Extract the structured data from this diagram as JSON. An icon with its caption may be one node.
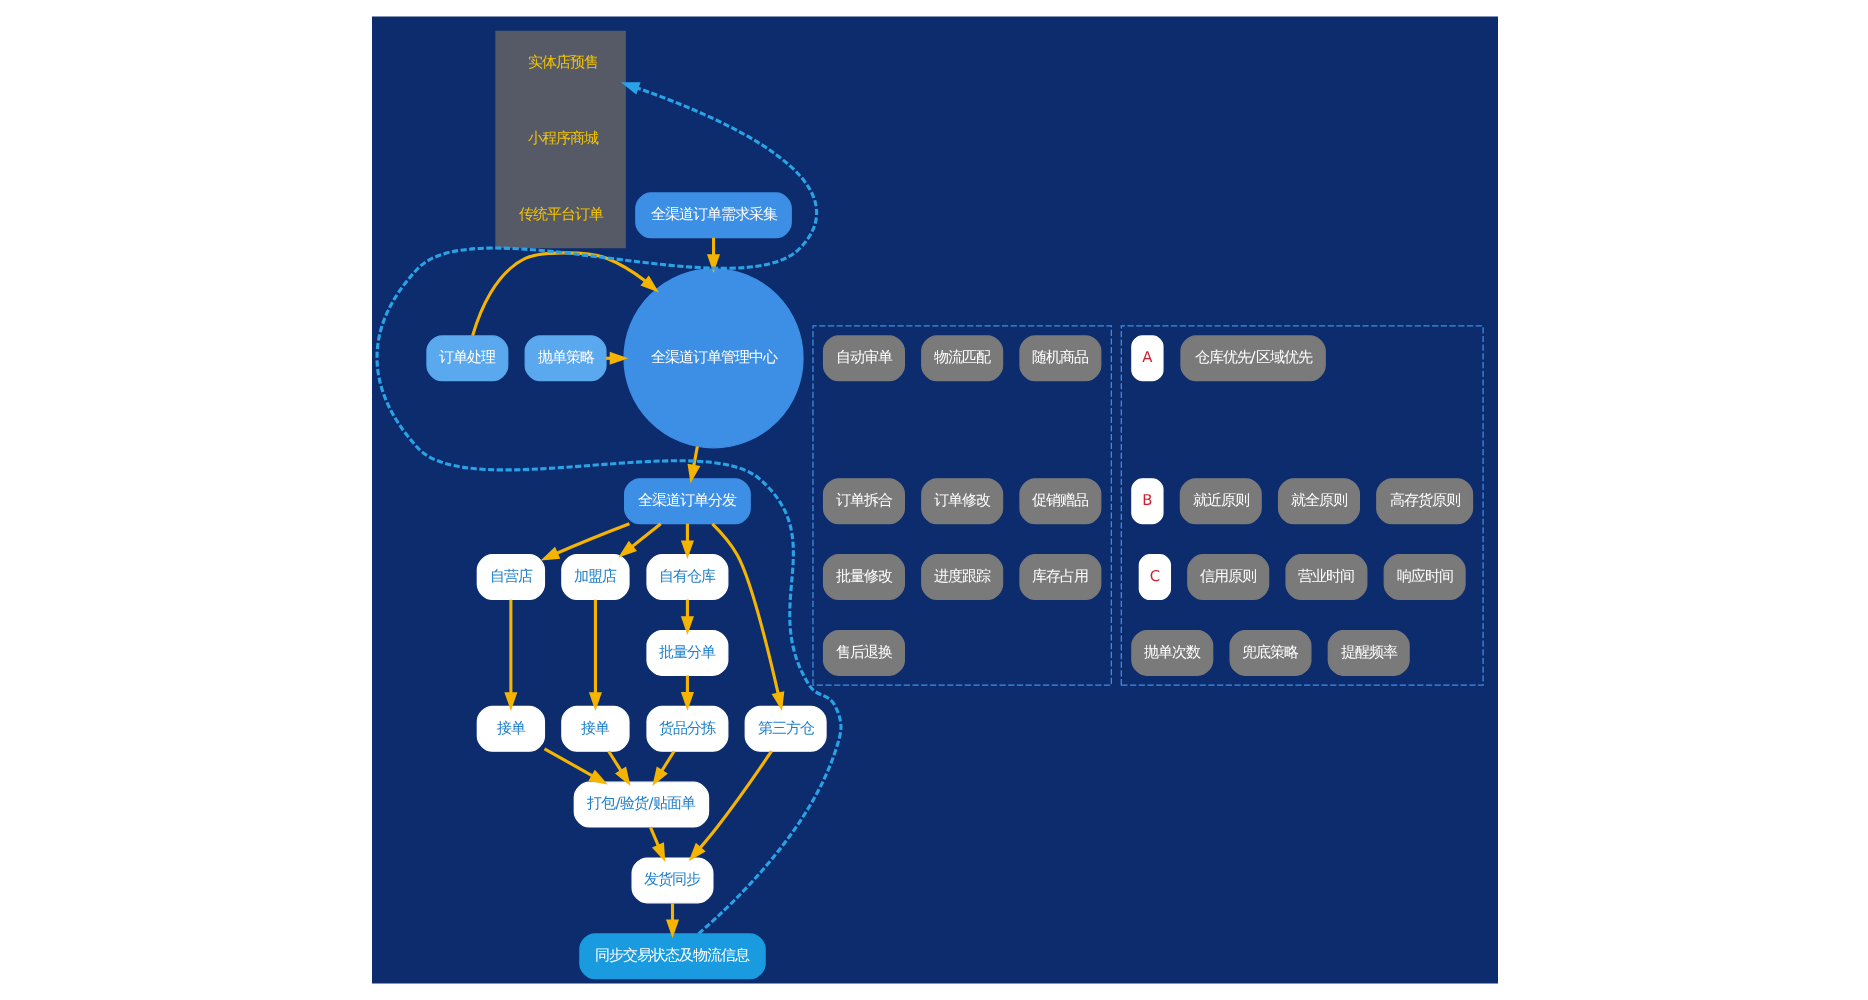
{
  "diagram": {
    "nodes": [
      {
        "text": [],
        "shape": "box"
      },
      {
        "text": [
          "实体店预售"
        ],
        "in": 0
      },
      {
        "text": [
          "小程序商城"
        ],
        "in": 0
      },
      {
        "text": [
          "传统平台订单"
        ],
        "in": 0
      },
      {
        "text": [
          "全渠道订单需求采集"
        ]
      },
      {
        "text": [
          "全渠道订单管理中心"
        ]
      },
      {
        "text": [],
        "shape": "box"
      },
      {
        "text": [
          "自动审单"
        ],
        "in": 6
      },
      {
        "text": [
          "物流匹配"
        ],
        "in": 6
      },
      {
        "text": [
          "随机商品"
        ],
        "in": 6
      },
      {
        "text": [
          "订单拆合"
        ],
        "in": 6
      },
      {
        "text": [
          "订单修改"
        ],
        "in": 6
      },
      {
        "text": [
          "促销赠品"
        ],
        "in": 6
      },
      {
        "text": [
          "批量修改"
        ],
        "in": 6
      },
      {
        "text": [
          "进度跟踪"
        ],
        "in": 6
      },
      {
        "text": [
          "库存占用"
        ],
        "in": 6
      },
      {
        "text": [
          "售后退换"
        ],
        "in": 6
      },
      {
        "text": [
          "订单处理"
        ]
      },
      {
        "text": [
          "抛单策略"
        ]
      },
      {
        "text": [],
        "shape": "box"
      },
      {
        "text": [
          "A"
        ],
        "in": 19
      },
      {
        "text": [
          "仓库优先/区域优先"
        ],
        "in": 19
      },
      {
        "text": [
          "B"
        ],
        "in": 19
      },
      {
        "text": [
          "就近原则"
        ],
        "in": 19
      },
      {
        "text": [
          "就全原则"
        ],
        "in": 19
      },
      {
        "text": [
          "高存货原则"
        ],
        "in": 19
      },
      {
        "text": [
          "C"
        ],
        "in": 19
      },
      {
        "text": [
          "信用原则"
        ],
        "in": 19
      },
      {
        "text": [
          "营业时间"
        ],
        "in": 19
      },
      {
        "text": [
          "响应时间"
        ],
        "in": 19
      },
      {
        "text": [
          "抛单次数"
        ],
        "in": 19
      },
      {
        "text": [
          "兜底策略"
        ],
        "in": 19
      },
      {
        "text": [
          "提醒频率"
        ],
        "in": 19
      },
      {
        "text": [
          "全渠道订单分发"
        ]
      },
      {
        "text": [
          "自营店"
        ]
      },
      {
        "text": [
          "加盟店"
        ]
      },
      {
        "text": [
          "自有仓库"
        ]
      },
      {
        "text": [
          "第三方仓"
        ]
      },
      {
        "text": [
          "接单"
        ]
      },
      {
        "text": [
          "接单"
        ]
      },
      {
        "text": [
          "批量分单"
        ]
      },
      {
        "text": [
          "打包/验货/贴面单"
        ]
      },
      {
        "text": [
          "货品分拣"
        ]
      },
      {
        "text": [
          "发货同步"
        ]
      },
      {
        "text": [
          "同步交易状态及物流信息"
        ]
      }
    ],
    "edges": [
      {
        "from": 4,
        "to": 5,
        "arrow": "to"
      },
      {
        "from": 17,
        "to": 5,
        "arrow": "to"
      },
      {
        "from": 18,
        "to": 5,
        "arrow": "to"
      },
      {
        "from": 5,
        "to": 33,
        "arrow": "to"
      },
      {
        "from": 33,
        "to": 34,
        "arrow": "to"
      },
      {
        "from": 33,
        "to": 35,
        "arrow": "to"
      },
      {
        "from": 33,
        "to": 36,
        "arrow": "to"
      },
      {
        "from": 33,
        "to": 37,
        "arrow": "to"
      },
      {
        "from": 34,
        "to": 38,
        "arrow": "to"
      },
      {
        "from": 35,
        "to": 39,
        "arrow": "to"
      },
      {
        "from": 36,
        "to": 40,
        "arrow": "to"
      },
      {
        "from": 38,
        "to": 41,
        "arrow": "to"
      },
      {
        "from": 39,
        "to": 41,
        "arrow": "to"
      },
      {
        "from": 40,
        "to": 42,
        "arrow": "to"
      },
      {
        "from": 42,
        "to": 41,
        "arrow": "to"
      },
      {
        "from": 41,
        "to": 43,
        "arrow": "to"
      },
      {
        "from": 37,
        "to": 43,
        "arrow": "to"
      },
      {
        "from": 43,
        "to": 44,
        "arrow": "to"
      },
      {
        "from": 44,
        "to": 0,
        "arrow": "to",
        "style": "dashed",
        "color": "#2aa2e6"
      }
    ]
  }
}
